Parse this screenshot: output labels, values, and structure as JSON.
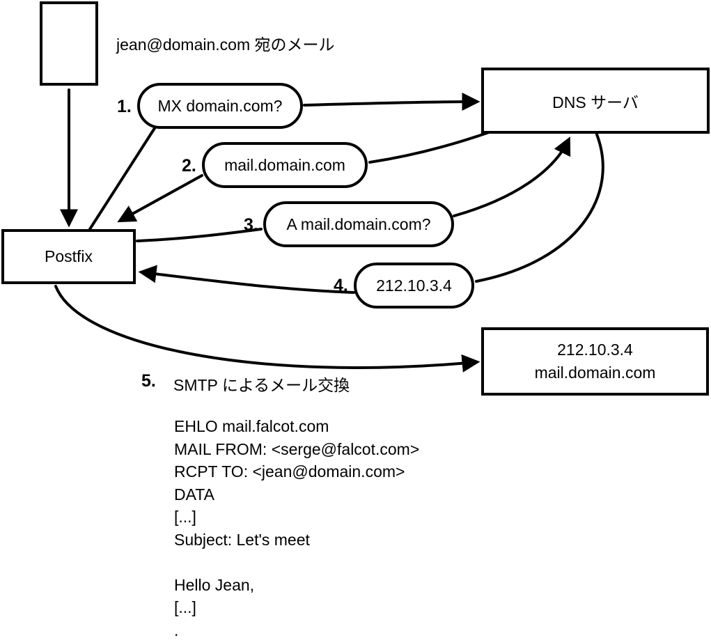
{
  "diagram": {
    "mail_label": "jean@domain.com 宛のメール",
    "nodes": {
      "postfix": "Postfix",
      "dns_server": "DNS サーバ",
      "mail_server_ip": "212.10.3.4",
      "mail_server_hostname": "mail.domain.com"
    },
    "steps": [
      {
        "num": "1.",
        "label": "MX domain.com?"
      },
      {
        "num": "2.",
        "label": "mail.domain.com"
      },
      {
        "num": "3.",
        "label": "A mail.domain.com?"
      },
      {
        "num": "4.",
        "label": "212.10.3.4"
      },
      {
        "num": "5.",
        "label": "SMTP によるメール交換"
      }
    ],
    "smtp_transcript": [
      "EHLO mail.falcot.com",
      "MAIL FROM: <serge@falcot.com>",
      "RCPT TO: <jean@domain.com>",
      "DATA",
      "[...]",
      "Subject: Let's meet",
      "",
      "Hello Jean,",
      "[...]",
      "."
    ],
    "colors": {
      "line": "#000000",
      "background": "#ffffff",
      "text": "#000000"
    }
  }
}
